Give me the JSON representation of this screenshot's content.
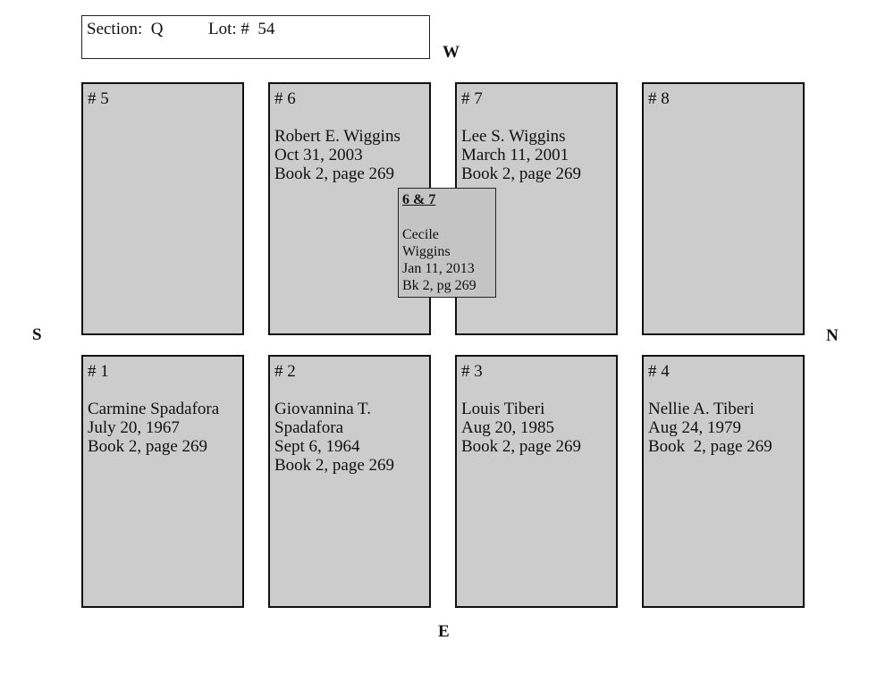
{
  "header": {
    "section_label": "Section:  Q",
    "lot_label": "Lot: #  54"
  },
  "compass": {
    "west": "W",
    "east": "E",
    "south": "S",
    "north": "N"
  },
  "plots": [
    {
      "number": "# 5",
      "lines": []
    },
    {
      "number": "# 6",
      "lines": [
        "Robert E. Wiggins",
        "Oct 31, 2003",
        "Book 2, page 269"
      ]
    },
    {
      "number": "# 7",
      "lines": [
        "Lee S. Wiggins",
        "March 11, 2001",
        "Book 2, page 269"
      ]
    },
    {
      "number": "# 8",
      "lines": []
    },
    {
      "number": "# 1",
      "lines": [
        "Carmine Spadafora",
        "July 20, 1967",
        "Book 2, page 269"
      ]
    },
    {
      "number": "# 2",
      "lines": [
        "Giovannina T.",
        "Spadafora",
        "Sept 6, 1964",
        "Book 2, page 269"
      ]
    },
    {
      "number": "# 3",
      "lines": [
        "Louis Tiberi",
        "Aug 20, 1985",
        "Book 2, page 269"
      ]
    },
    {
      "number": "# 4",
      "lines": [
        "Nellie A. Tiberi",
        "Aug 24, 1979",
        "Book  2, page 269"
      ]
    }
  ],
  "shared": {
    "title": "6 & 7",
    "lines": [
      "Cecile",
      "Wiggins",
      "Jan 11, 2013",
      "Bk 2, pg 269"
    ]
  }
}
